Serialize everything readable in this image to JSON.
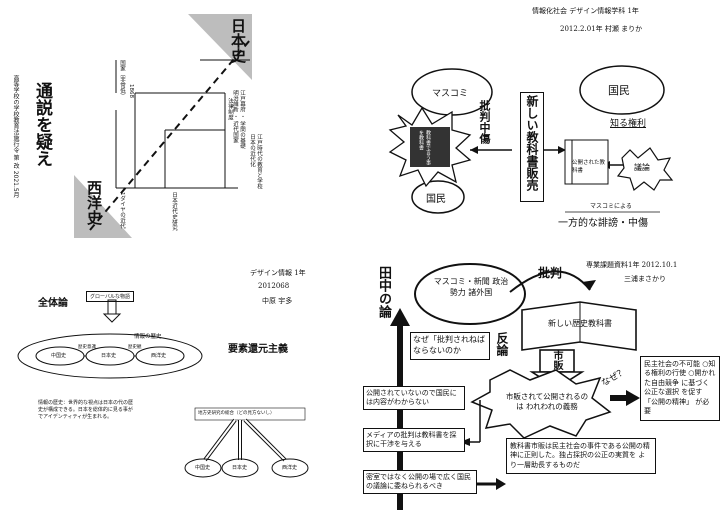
{
  "q1": {
    "title": "通説を疑え",
    "subtitle": "高等学校の学校教育法施行令 第 改 2021.5月",
    "label_west": "西洋史",
    "label_japan": "日本史",
    "axis_top": "国家（非常低）",
    "node1": "1868",
    "note_a": "江戸幕府 ・ 学問の基礎",
    "note_b": "明治維新 ・ 近代国家",
    "note_c": "法律制度",
    "note_d": "江戸時代の教育と学校",
    "note_e": "日本の近代化",
    "note_f": "1ダイヤの近代",
    "note_g": "日本近代史研究"
  },
  "q2": {
    "header": "情報化社会 デザイン情報学科 1年",
    "header2": "2012.2.01年 村瀬 まりか",
    "massmedia": "マスコミ",
    "kokumin_top": "国民",
    "kokumin_bottom": "国民",
    "vertical_box": "新しい教科書販売",
    "burst_text": "教科書で言う事を教科書",
    "critic": "批判中傷",
    "doc_label": "公開された教科書",
    "debate": "議論",
    "know_right": "知る権利",
    "caption_small": "マスコミによる",
    "caption_main": "一方的な誹謗・中傷"
  },
  "q3": {
    "hw_line1": "デザイン情報 1年",
    "hw_line2": "2012068",
    "hw_line3": "中原 宇多",
    "title_whole": "全体論",
    "top_box": "グローバルな物語",
    "band_label": "情報の歴史",
    "ellipse_l": "中国史",
    "ellipse_c": "日本史",
    "ellipse_r": "西洋史",
    "small_l": "歴史意識",
    "small_r": "歴史観",
    "body_text": "情報の歴史：世界的な視点は日本の代の歴史が構成できる。日本を総体的に見る事がでアイデンティティが生まれる。",
    "title_reduce": "要素還元主義",
    "reduce_top": "地方史研究の総合（どの見方ないし）",
    "reduce_l": "中国史",
    "reduce_c": "日本史",
    "reduce_r": "西洋史"
  },
  "q4": {
    "header": "専業課題資料1年 2012.10.1",
    "header2": "三浦まさかり",
    "vertical_left": "田中の論",
    "cloud": "マスコミ・新聞 政治勢力 諸外国",
    "critic": "批判",
    "book": "新しい歴史教科書",
    "q_box": "なぜ「批判されねばならないのか",
    "hanron": "反論",
    "market": "市販",
    "burst": "市販されて公開されるのは われわれの義務",
    "naze": "なぜ？",
    "right_box": "民主社会の不可能 ○知る権利の行使 ○開かれた自由競争 に基づく公正な選択 を促す「公開の精神」 が必要",
    "box1": "公開されていないので国民には内容がわからない",
    "box2": "メディアの批判は教科書を採択に干渉を与える",
    "box3": "密室ではなく公開の場で広く国民の議論に委ねられるべき",
    "bottom_box": "教科書市販は民主社会の事件である公開の精神に正則した。独占採択の公正の実質を より一層助長するものだ"
  }
}
